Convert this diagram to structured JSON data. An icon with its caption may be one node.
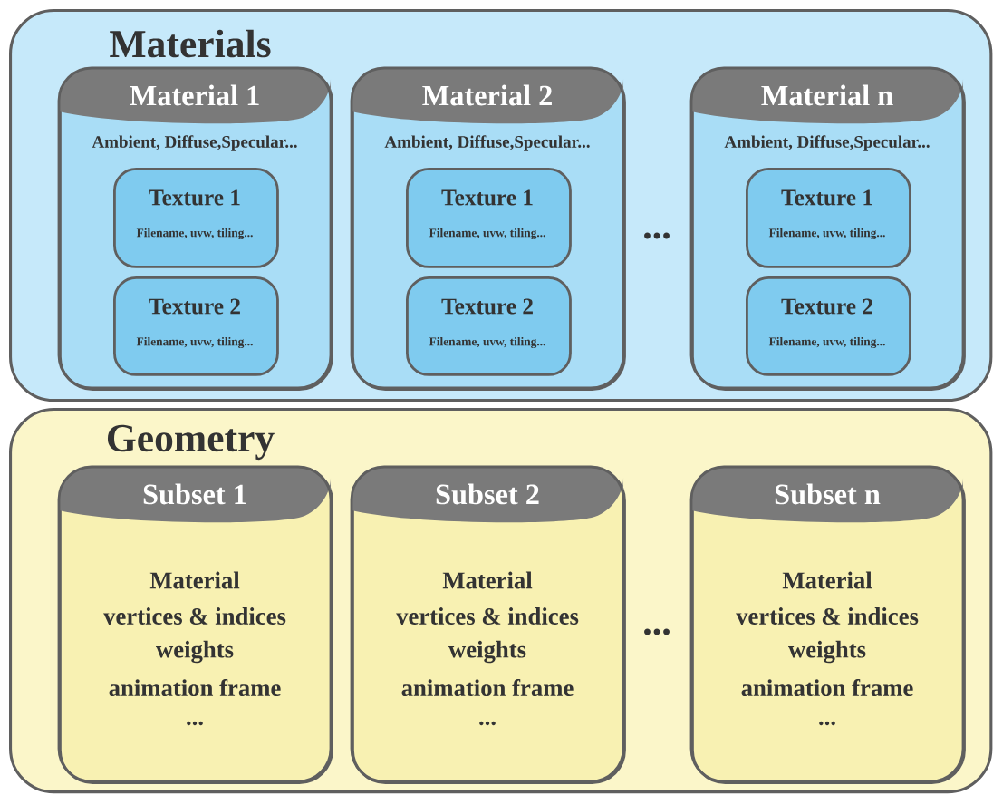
{
  "diagram": {
    "nodes": [
      {
        "text": [
          "Materials"
        ]
      },
      {
        "text": [
          "Material 1",
          "Ambient, Diffuse,Specular..."
        ],
        "in": 0
      },
      {
        "text": [
          "Texture 1",
          "Filename, uvw, tiling..."
        ],
        "in": 1
      },
      {
        "text": [
          "Texture 2",
          "Filename, uvw, tiling..."
        ],
        "in": 1
      },
      {
        "text": [
          "Material 2",
          "Ambient, Diffuse,Specular..."
        ],
        "in": 0
      },
      {
        "text": [
          "Texture 1",
          "Filename, uvw, tiling..."
        ],
        "in": 4
      },
      {
        "text": [
          "Texture 2",
          "Filename, uvw, tiling..."
        ],
        "in": 4
      },
      {
        "text": [
          "Material n",
          "Ambient, Diffuse,Specular..."
        ],
        "in": 0
      },
      {
        "text": [
          "Texture 1",
          "Filename, uvw, tiling..."
        ],
        "in": 7
      },
      {
        "text": [
          "Texture 2",
          "Filename, uvw, tiling..."
        ],
        "in": 7
      },
      {
        "text": [
          "Geometry"
        ]
      },
      {
        "text": [
          "Subset 1",
          "Material",
          "vertices & indices",
          "weights",
          "animation frame",
          "..."
        ],
        "in": 10
      },
      {
        "text": [
          "Subset 2",
          "Material",
          "vertices & indices",
          "weights",
          "animation frame",
          "..."
        ],
        "in": 10
      },
      {
        "text": [
          "Subset n",
          "Material",
          "vertices & indices",
          "weights",
          "animation frame",
          "..."
        ],
        "in": 10
      }
    ],
    "labels": [
      "...",
      "..."
    ]
  }
}
